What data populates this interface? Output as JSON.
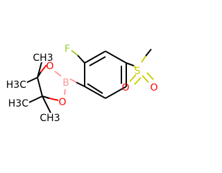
{
  "molecule": {
    "atoms": {
      "F": {
        "label": "F",
        "color": "#99CC33"
      },
      "B": {
        "label": "B",
        "color": "#FF9999"
      },
      "O1": {
        "label": "O",
        "color": "#FF0000"
      },
      "O2": {
        "label": "O",
        "color": "#FF0000"
      },
      "S": {
        "label": "S",
        "color": "#CCCC00"
      },
      "O3": {
        "label": "O",
        "color": "#FF0000"
      },
      "O4": {
        "label": "O",
        "color": "#FF0000"
      },
      "CH3_upper_left": {
        "label": "H3C",
        "color": "#000000"
      },
      "CH3_lower_left": {
        "label": "H3C",
        "color": "#000000"
      },
      "CH3_upper": {
        "label": "CH3",
        "color": "#000000"
      },
      "CH3_lower": {
        "label": "CH3",
        "color": "#000000"
      }
    }
  }
}
